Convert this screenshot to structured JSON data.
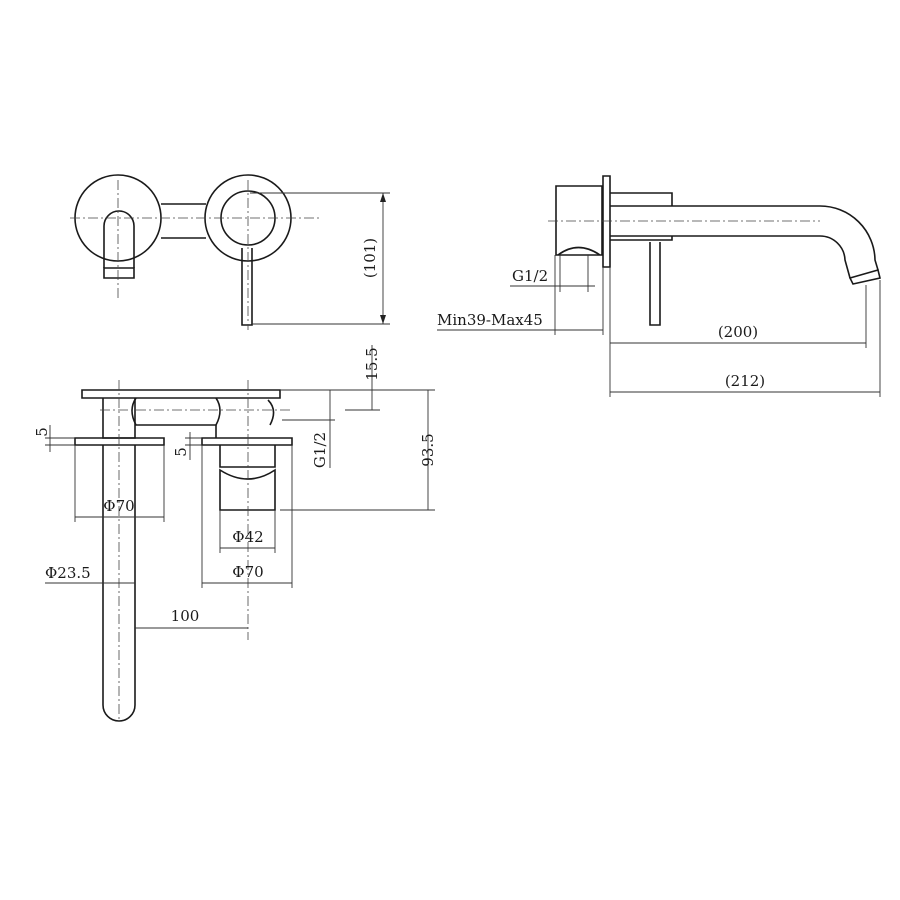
{
  "front_view": {
    "height_dim": "(101)"
  },
  "plan_view": {
    "top_offset": "15.5",
    "thread": "G1/2",
    "depth": "93.5",
    "plate_thickness_left": "5",
    "plate_thickness_right": "5",
    "spout_plate_diameter": "Φ70",
    "cartridge_diameter": "Φ42",
    "handle_plate_diameter": "Φ70",
    "spout_diameter": "Φ23.5",
    "center_distance": "100"
  },
  "side_view": {
    "thread": "G1/2",
    "wall_depth": "Min39-Max45",
    "spout_reach": "(200)",
    "total_reach": "(212)"
  }
}
